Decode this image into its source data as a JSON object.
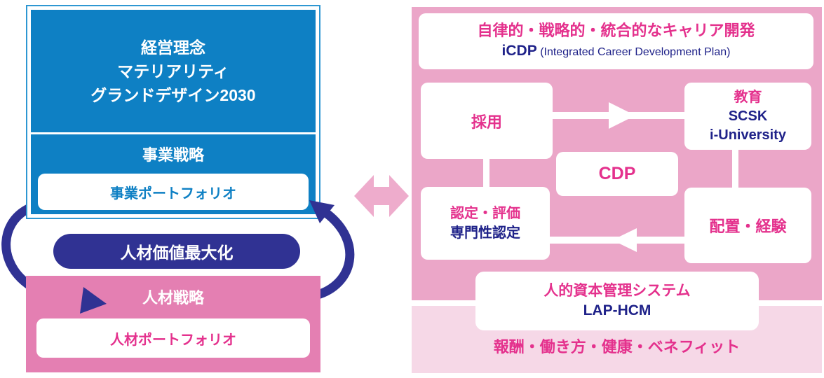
{
  "colors": {
    "blue_fill": "#0e80c4",
    "blue_border": "#2e97d2",
    "indigo": "#303293",
    "hr_pink": "#e47fb2",
    "panel_pink": "#eba6c8",
    "panel_light_pink": "#f6d8e7",
    "pink_text": "#e4318d",
    "blue_text": "#1f2289",
    "exchange_arrow_pink": "#eeaccc"
  },
  "left": {
    "philosophy": {
      "lines": [
        "経営理念",
        "マテリアリティ",
        "グランドデザイン2030"
      ]
    },
    "business_strategy_label": "事業戦略",
    "business_portfolio_label": "事業ポートフォリオ",
    "value_pill_label": "人材価値最大化",
    "hr_strategy_label": "人材戦略",
    "hr_portfolio_label": "人材ポートフォリオ"
  },
  "right": {
    "header": {
      "title": "自律的・戦略的・統合的なキャリア開発",
      "icdp": "iCDP",
      "icdp_sub": "(Integrated Career Development Plan)"
    },
    "recruitment_label": "採用",
    "education": {
      "line1": "教育",
      "line2": "SCSK",
      "line3": "i-University"
    },
    "cdp_label": "CDP",
    "certification": {
      "line1": "認定・評価",
      "line2": "専門性認定"
    },
    "placement_label": "配置・経験",
    "hcm": {
      "line1": "人的資本管理システム",
      "line2": "LAP-HCM"
    },
    "benefits_label": "報酬・働き方・健康・ベネフィット"
  }
}
